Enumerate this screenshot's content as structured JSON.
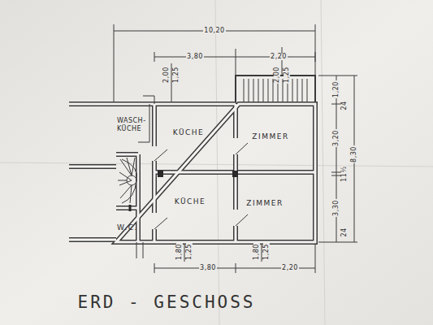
{
  "diagram": {
    "title": "ERD - GESCHOSS",
    "labels": [
      "10,20",
      "3,80",
      "2,20",
      "2,00",
      "1,25",
      "2,00",
      "1,25",
      "WASCH- KÜCHE",
      "KÜCHE",
      "ZIMMER",
      "KÜCHE",
      "ZIMMER",
      "W.C.",
      "1,80",
      "1,25",
      "1,80",
      "1,25",
      "3,80",
      "2,20",
      "1,20",
      "24",
      "3,20",
      "11½",
      "3,30",
      "24",
      "8,30"
    ]
  }
}
